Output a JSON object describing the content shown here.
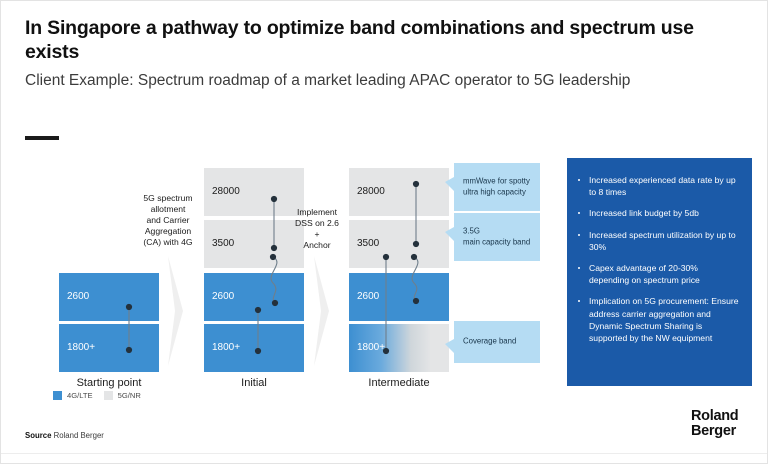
{
  "header": {
    "title": "In Singapore a pathway to optimize band combinations and spectrum use exists",
    "subtitle": "Client Example: Spectrum roadmap of a market leading APAC operator to 5G leadership"
  },
  "chart_data": {
    "type": "diagram",
    "title": "Spectrum roadmap stages",
    "stages": [
      {
        "id": "starting-point",
        "label": "Starting point",
        "bands": [
          {
            "name": "2600",
            "tech": "4G/LTE",
            "style": "blue"
          },
          {
            "name": "1800+",
            "tech": "4G/LTE",
            "style": "blue"
          }
        ]
      },
      {
        "id": "initial",
        "label": "Initial",
        "bands": [
          {
            "name": "28000",
            "tech": "5G/NR",
            "style": "gray"
          },
          {
            "name": "3500",
            "tech": "5G/NR",
            "style": "gray"
          },
          {
            "name": "2600",
            "tech": "4G/LTE",
            "style": "blue"
          },
          {
            "name": "1800+",
            "tech": "4G/LTE",
            "style": "blue"
          }
        ]
      },
      {
        "id": "intermediate",
        "label": "Intermediate",
        "bands": [
          {
            "name": "28000",
            "tech": "5G/NR",
            "style": "gray"
          },
          {
            "name": "3500",
            "tech": "5G/NR",
            "style": "gray"
          },
          {
            "name": "2600",
            "tech": "4G/LTE",
            "style": "blue"
          },
          {
            "name": "1800+",
            "tech": "4G/LTE+5G/NR",
            "style": "gradient"
          }
        ]
      }
    ],
    "transitions": [
      {
        "id": "t1",
        "text": "5G spectrum\nallotment\nand Carrier\nAggregation\n(CA) with 4G"
      },
      {
        "id": "t2",
        "text": "Implement\nDSS on 2.6\n+\nAnchor"
      }
    ],
    "callouts": [
      {
        "id": "mmwave",
        "text": "mmWave for spotty\nultra high capacity",
        "target": "28000"
      },
      {
        "id": "capacity",
        "text": "3.5G\nmain capacity band",
        "target": "3500"
      },
      {
        "id": "coverage",
        "text": "Coverage band",
        "target": "1800+"
      }
    ],
    "legend": [
      {
        "label": "4G/LTE",
        "color": "#3d8fd1"
      },
      {
        "label": "5G/NR",
        "color": "#e4e5e6"
      }
    ]
  },
  "panel": {
    "background": "#1b5aa8",
    "bullets": [
      "Increased experienced data rate by up to 8 times",
      "Increased link budget by 5db",
      "Increased spectrum utilization by up to 30%",
      "Capex advantage of 20-30% depending on spectrum price",
      "Implication on 5G procurement: Ensure address carrier aggregation and Dynamic Spectrum Sharing is supported by the NW equipment"
    ]
  },
  "footer": {
    "source_label": "Source",
    "source_value": "Roland Berger",
    "logo_line1": "Roland",
    "logo_line2": "Berger"
  }
}
